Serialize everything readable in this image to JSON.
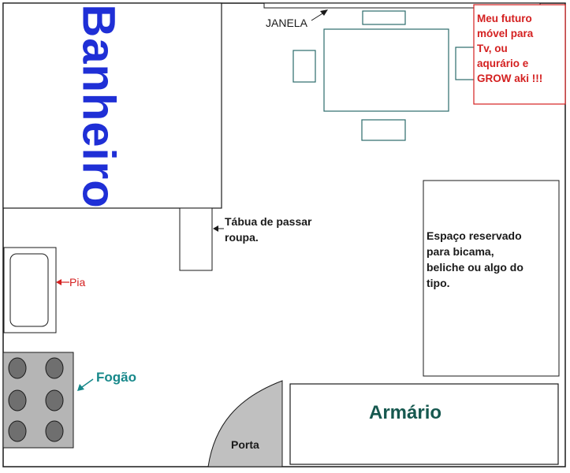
{
  "labels": {
    "bathroom": "Banheiro",
    "window": "JANELA",
    "future_furniture": [
      "Meu futuro",
      "móvel para",
      "Tv, ou",
      "aqurário e",
      "GROW aki !!!"
    ],
    "ironing_board": [
      "Tábua de passar",
      "roupa."
    ],
    "sink": "Pia",
    "bed_space": [
      "Espaço reservado",
      "para bicama,",
      "beliche ou algo do",
      "tipo."
    ],
    "stove": "Fogão",
    "wardrobe": "Armário",
    "door": "Porta"
  },
  "colors": {
    "line": "#1a1a1a",
    "bathroom_text": "#1f2fd6",
    "note_red": "#d42020",
    "table_teal": "#2b6b6b",
    "stove_teal": "#17888a",
    "wardrobe_text": "#16584f",
    "door_fill": "#c0c0c0",
    "stove_fill": "#b5b5b5",
    "burner_fill": "#6f6f6f"
  }
}
